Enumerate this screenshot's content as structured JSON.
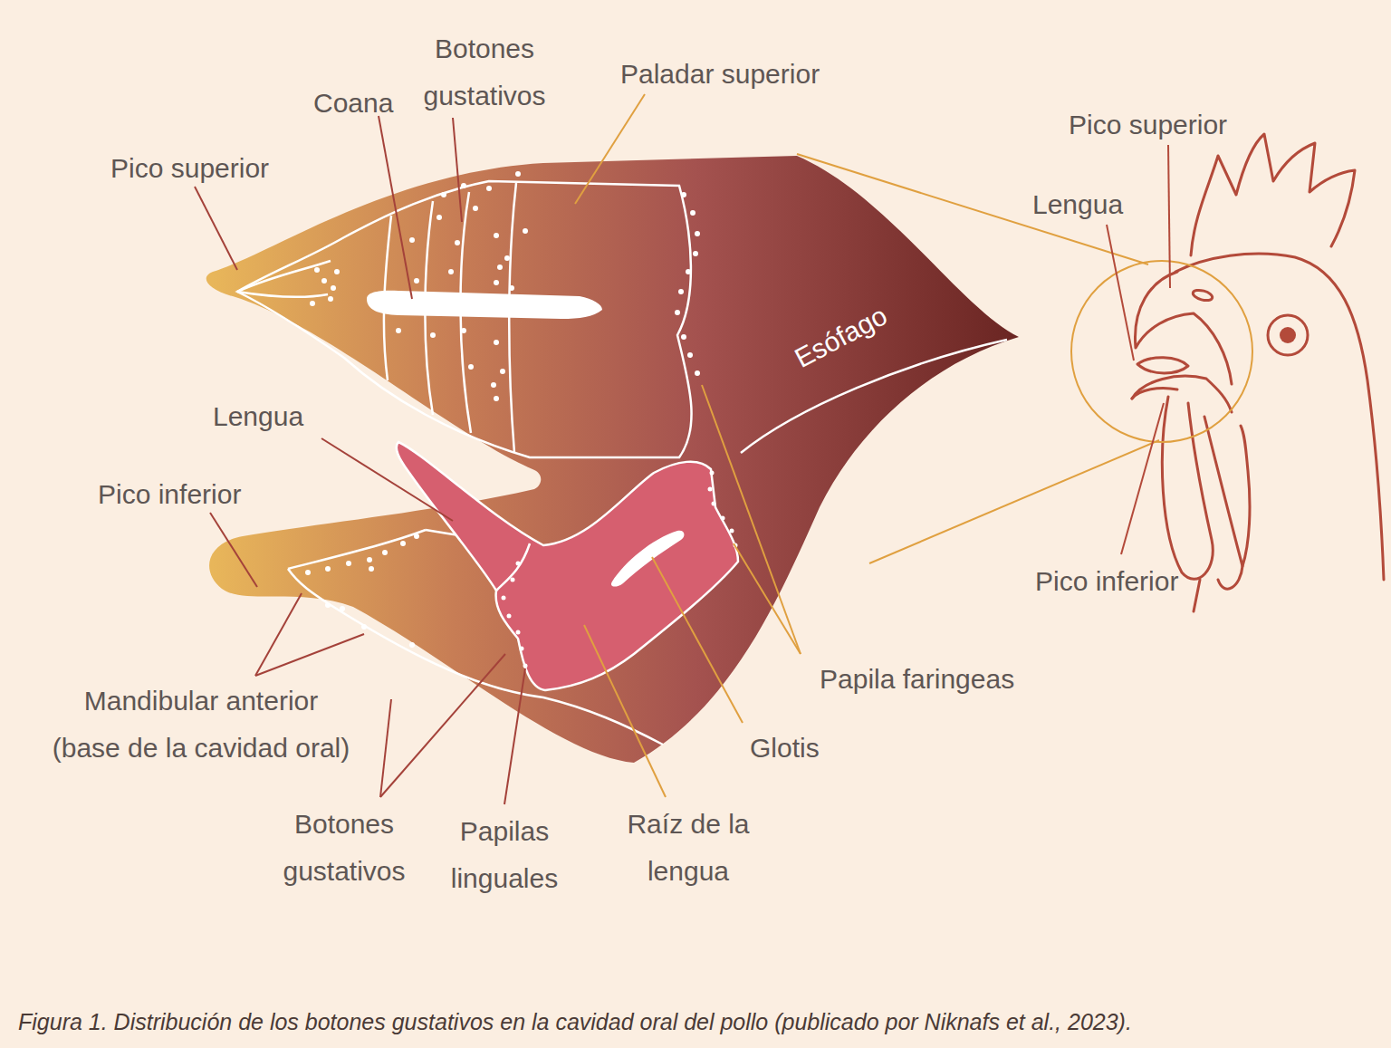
{
  "diagram": {
    "caption": "Figura 1. Distribución de los botones gustativos en la cavidad oral del pollo (publicado por Niknafs et al., 2023).",
    "labels": [
      "Botones gustativos",
      "Coana",
      "Paladar superior",
      "Pico superior",
      "Pico superior",
      "Lengua",
      "Esófago",
      "Lengua",
      "Pico inferior",
      "Papila faringeas",
      "Pico inferior",
      "Mandibular anterior (base de la cavidad oral)",
      "Glotis",
      "Botones gustativos",
      "Papilas linguales",
      "Raíz de la lengua"
    ]
  }
}
